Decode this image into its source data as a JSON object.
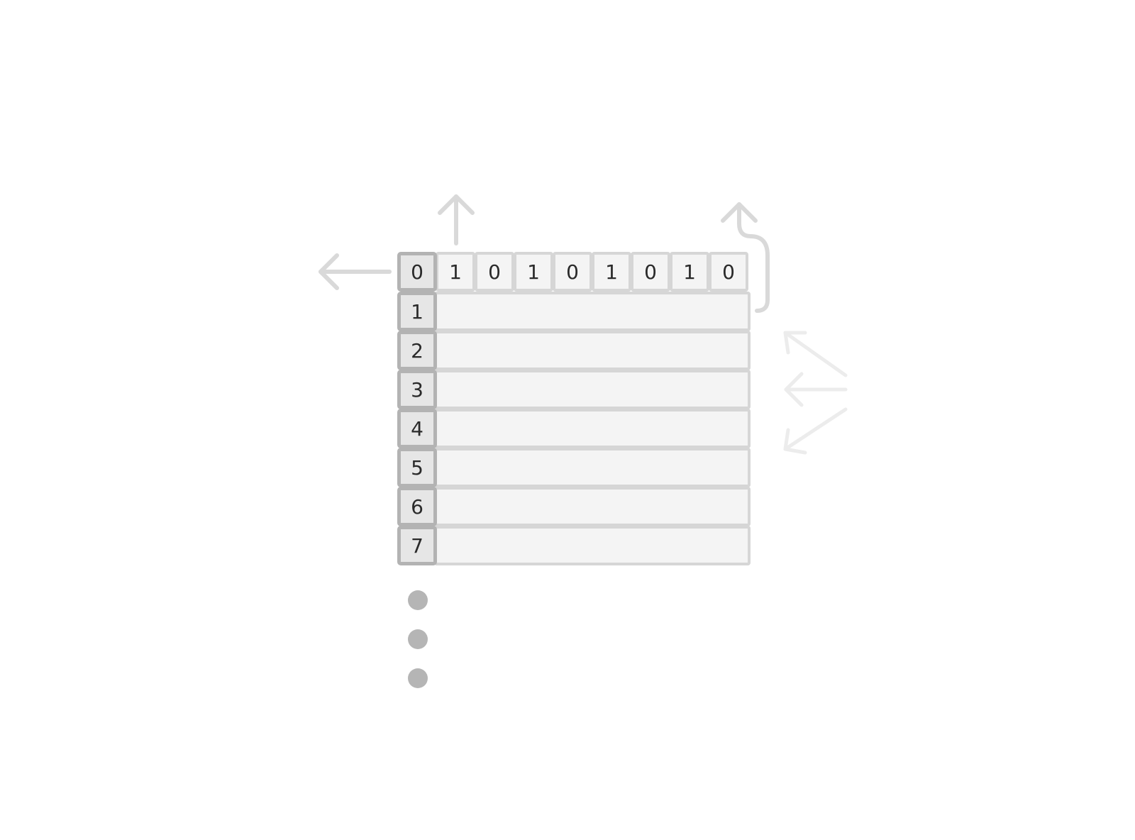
{
  "index_column": [
    "0",
    "1",
    "2",
    "3",
    "4",
    "5",
    "6",
    "7"
  ],
  "header_bits": [
    "1",
    "0",
    "1",
    "0",
    "1",
    "0",
    "1",
    "0"
  ],
  "more_rows_dots": 3,
  "colors": {
    "index_fill": "#e6e6e6",
    "index_border": "#b3b3b3",
    "cell_fill": "#f4f4f4",
    "cell_border": "#d6d6d6",
    "arrow": "#d9d9d9",
    "arrow_faint": "#ececec",
    "dot": "#b5b5b5",
    "text": "#2a2a2a"
  },
  "icons": [
    "arrow-left-icon",
    "arrow-up-icon",
    "wrap-around-arrow-icon",
    "fan-arrows-icon",
    "ellipsis-dots-icon"
  ]
}
